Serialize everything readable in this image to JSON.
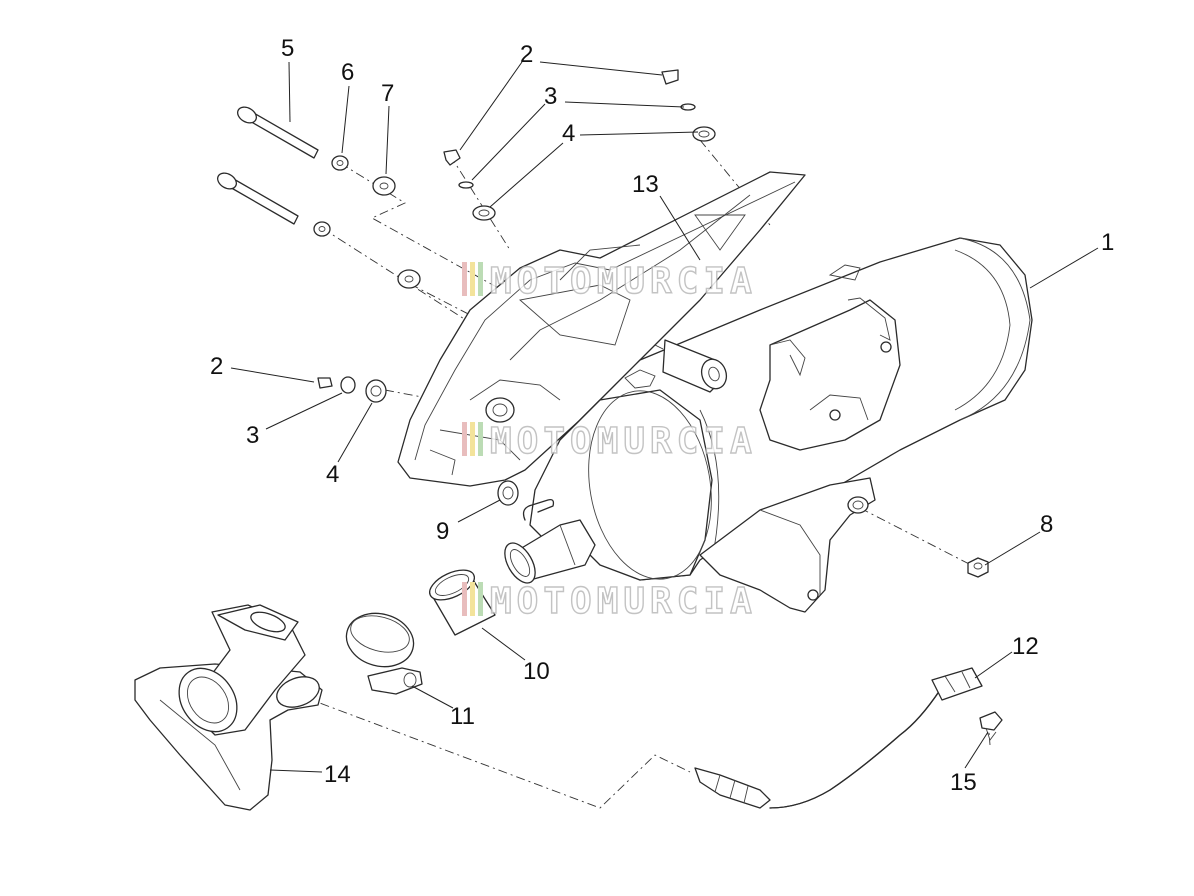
{
  "callouts": [
    {
      "id": "c1",
      "label": "1"
    },
    {
      "id": "c2a",
      "label": "2"
    },
    {
      "id": "c3a",
      "label": "3"
    },
    {
      "id": "c4a",
      "label": "4"
    },
    {
      "id": "c5",
      "label": "5"
    },
    {
      "id": "c6",
      "label": "6"
    },
    {
      "id": "c7",
      "label": "7"
    },
    {
      "id": "c13",
      "label": "13"
    },
    {
      "id": "c2b",
      "label": "2"
    },
    {
      "id": "c3b",
      "label": "3"
    },
    {
      "id": "c4b",
      "label": "4"
    },
    {
      "id": "c9",
      "label": "9"
    },
    {
      "id": "c8",
      "label": "8"
    },
    {
      "id": "c10",
      "label": "10"
    },
    {
      "id": "c11",
      "label": "11"
    },
    {
      "id": "c12",
      "label": "12"
    },
    {
      "id": "c14",
      "label": "14"
    },
    {
      "id": "c15",
      "label": "15"
    }
  ],
  "watermark": {
    "text": "MOTOMURCIA",
    "colors": {
      "stripe1": "#e8bdbd",
      "stripe2": "#f3e39b",
      "stripe3": "#bcdcb5"
    }
  }
}
